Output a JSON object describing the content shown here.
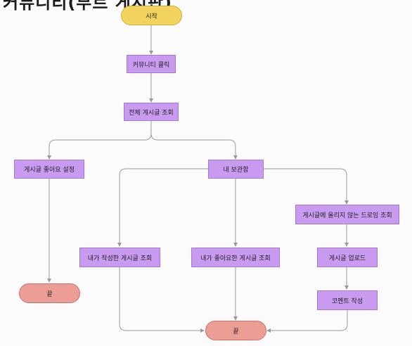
{
  "diagram": {
    "title_fragment": "커뮤니티(부트 게시판)",
    "nodes": {
      "start": "시작",
      "community_click": "커뮤니티 클릭",
      "view_all_posts": "전체 게시글 조회",
      "set_post_like": "게시글 좋아요 설정",
      "my_storage": "내 보관함",
      "view_unposted_drawings": "게시글에 올리지 않는 드로잉 조회",
      "view_my_posts": "내가 작성한 게시글 조회",
      "view_liked_posts": "내가 좋아요한 게시글 조회",
      "upload_post": "게시글 업로드",
      "write_comment": "코멘트 작성",
      "end_left": "끝",
      "end_bottom": "끝"
    },
    "colors": {
      "start_fill": "#f2d35d",
      "process_fill": "#c89af0",
      "end_fill": "#eb9d96",
      "edge": "#9a9a9a"
    }
  }
}
